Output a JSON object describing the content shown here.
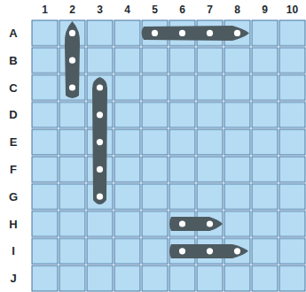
{
  "diagram": {
    "labels": [
      "1",
      "2",
      "3",
      "4",
      "5",
      "6",
      "7",
      "8",
      "9",
      "10",
      "A",
      "B",
      "C",
      "D",
      "E",
      "F",
      "G",
      "H",
      "I",
      "J"
    ]
  }
}
